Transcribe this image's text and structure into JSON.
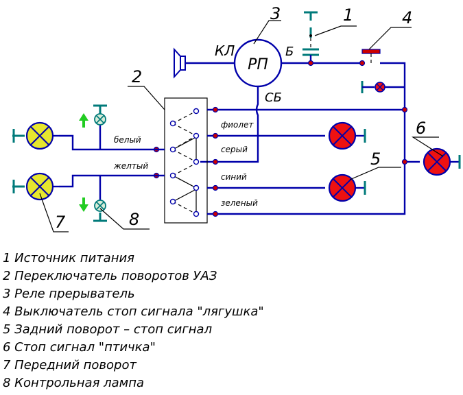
{
  "component_numbers": {
    "power": "1",
    "switch": "2",
    "relay": "3",
    "brake_switch": "4",
    "rear_lamp": "5",
    "stop_lamp": "6",
    "front_lamp": "7",
    "control_lamp": "8"
  },
  "relay": {
    "label": "РП",
    "terminal_left": "КЛ",
    "terminal_right": "Б",
    "terminal_bottom": "СБ"
  },
  "wires": {
    "white": "белый",
    "yellow": "желтый",
    "violet": "фиолет",
    "grey": "серый",
    "blue": "синий",
    "green": "зеленый"
  },
  "legend": [
    "1 Источник питания",
    "2 Переключатель поворотов УАЗ",
    "3 Реле прерыватель",
    "4 Выключатель стоп сигнала \"лягушка\"",
    "5 Задний поворот – стоп сигнал",
    "6 Стоп сигнал \"птичка\"",
    "7 Передний поворот",
    "8 Контрольная лампа"
  ],
  "colors": {
    "wire": "#0000aa",
    "lamp_front": "#e6e62e",
    "lamp_rear": "#ee1111",
    "indicator_fill": "#d8ecd8",
    "indicator_stroke": "#007a7a",
    "arrow": "#22cc22",
    "switch_stem": "#007a7a",
    "brake_button": "#cc0000"
  },
  "icons": {
    "horn": "buzzer-icon",
    "lamp": "lamp-icon",
    "power": "fuse-icon"
  }
}
